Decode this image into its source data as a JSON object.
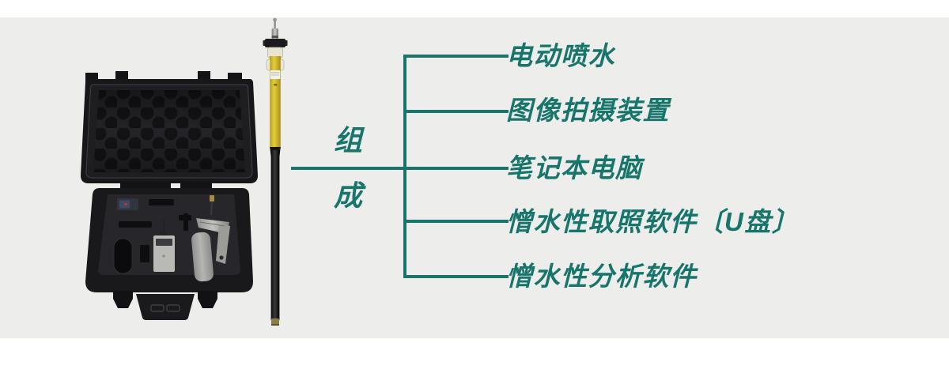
{
  "page": {
    "outer_background": "#ffffff",
    "canvas_background": "#ededeb"
  },
  "diagram": {
    "accent_color": "#17756b",
    "root_label": {
      "top": "组",
      "bottom": "成"
    },
    "items": [
      {
        "label": "电动喷水"
      },
      {
        "label": "图像拍摄装置"
      },
      {
        "label": "笔记本电脑"
      },
      {
        "label": "憎水性取照软件〔U盘〕"
      },
      {
        "label": "憎水性分析软件"
      }
    ]
  }
}
